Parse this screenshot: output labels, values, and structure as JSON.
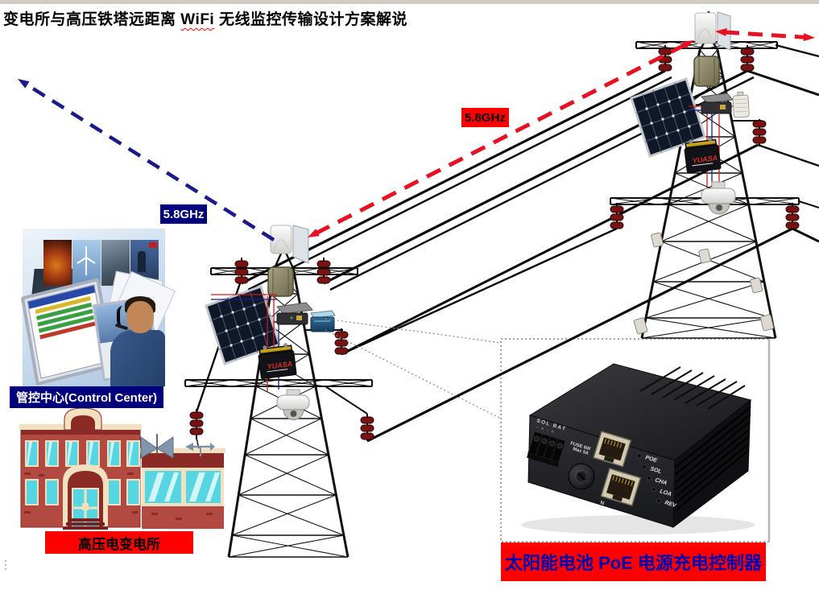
{
  "title": {
    "pre": "变电所与高压铁塔远距离 ",
    "wifi": "WiFi",
    "post": " 无线监控传输设计方案解说"
  },
  "labels": {
    "freq_link_left": "5.8GHz",
    "freq_link_right": "5.8GHz",
    "control_center": "管控中心(Control Center)",
    "substation": "高压电变电所",
    "poe_caption": "太阳能电池 PoE 电源充电控制器"
  },
  "poe_device": {
    "terminal_label": "SOL  BAT",
    "polarity": "-  +   -  +",
    "fuse_line1": "FUSE 6W",
    "fuse_line2": "Max 5A",
    "port_label": "N",
    "leds": [
      "POE",
      "SOL",
      "CHA",
      "LOA",
      "REV"
    ]
  },
  "equipment": {
    "battery_brand": "YUASA"
  },
  "colors": {
    "label_red": "#ff0000",
    "label_navy": "#00007e",
    "arrow_red": "#e81123",
    "arrow_blue": "#1a1a8c",
    "poe_text": "#0000b4"
  }
}
